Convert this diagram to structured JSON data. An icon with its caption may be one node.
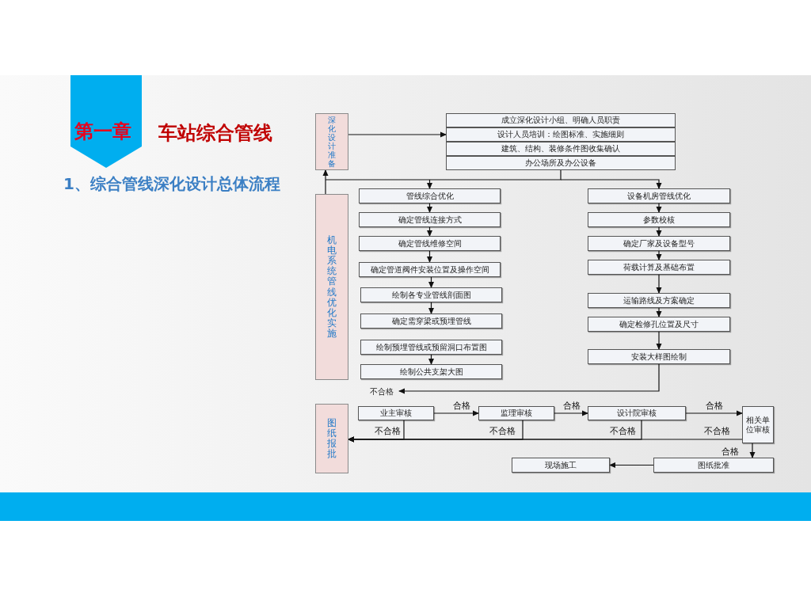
{
  "diagram": {
    "title": "车站综合管线",
    "nodes": [
      {
        "text": [
          "深化设计准备"
        ]
      },
      {
        "text": [
          "成立深化设计小组、明确人员职责"
        ]
      },
      {
        "text": [
          "设计人员培训：绘图标准、实施细则"
        ]
      },
      {
        "text": [
          "建筑、结构、装修条件图收集确认"
        ]
      },
      {
        "text": [
          "办公场所及办公设备"
        ]
      },
      {
        "text": [
          "机电系统管线优化实施"
        ]
      },
      {
        "text": [
          "管线综合优化"
        ]
      },
      {
        "text": [
          "确定管线连接方式"
        ]
      },
      {
        "text": [
          "确定管线维修空间"
        ]
      },
      {
        "text": [
          "确定管道阀件安装位置及操作空间"
        ]
      },
      {
        "text": [
          "绘制各专业管线剖面图"
        ]
      },
      {
        "text": [
          "确定需穿梁或预埋管线"
        ]
      },
      {
        "text": [
          "绘制预埋管线或预留洞口布置图"
        ]
      },
      {
        "text": [
          "绘制公共支架大图"
        ]
      },
      {
        "text": [
          "设备机房管线优化"
        ]
      },
      {
        "text": [
          "参数校核"
        ]
      },
      {
        "text": [
          "确定厂家及设备型号"
        ]
      },
      {
        "text": [
          "荷载计算及基础布置"
        ]
      },
      {
        "text": [
          "运输路线及方案确定"
        ]
      },
      {
        "text": [
          "确定检修孔位置及尺寸"
        ]
      },
      {
        "text": [
          "安装大样图绘制"
        ]
      },
      {
        "text": [
          "不合格"
        ]
      },
      {
        "text": [
          "图纸报批"
        ]
      },
      {
        "text": [
          "业主审核"
        ]
      },
      {
        "text": [
          "监理审核"
        ]
      },
      {
        "text": [
          "设计院审核"
        ]
      },
      {
        "text": [
          "相关单位审核"
        ]
      },
      {
        "text": [
          "图纸批准"
        ]
      },
      {
        "text": [
          "现场施工"
        ]
      }
    ],
    "edges": [
      {
        "from": 0,
        "to": 2,
        "arrow": "to"
      },
      {
        "from": 4,
        "to": 6,
        "arrow": "to"
      },
      {
        "from": 4,
        "to": 14,
        "arrow": "to"
      },
      {
        "from": 5,
        "to": 0,
        "arrow": "to"
      },
      {
        "from": 6,
        "to": 7,
        "arrow": "to"
      },
      {
        "from": 7,
        "to": 8,
        "arrow": "to"
      },
      {
        "from": 8,
        "to": 9,
        "arrow": "to"
      },
      {
        "from": 9,
        "to": 10,
        "arrow": "to"
      },
      {
        "from": 10,
        "to": 11,
        "arrow": "to"
      },
      {
        "from": 12,
        "to": 13,
        "arrow": "to"
      },
      {
        "from": 14,
        "to": 15,
        "arrow": "to"
      },
      {
        "from": 15,
        "to": 16,
        "arrow": "to"
      },
      {
        "from": 16,
        "to": 17,
        "arrow": "to"
      },
      {
        "from": 17,
        "to": 18,
        "arrow": "to"
      },
      {
        "from": 18,
        "to": 19,
        "arrow": "to"
      },
      {
        "from": 19,
        "to": 20,
        "arrow": "to"
      },
      {
        "from": 20,
        "to": 21,
        "arrow": "to"
      },
      {
        "from": 23,
        "to": 24,
        "arrow": "to",
        "label": "合格"
      },
      {
        "from": 24,
        "to": 25,
        "arrow": "to",
        "label": "合格"
      },
      {
        "from": 25,
        "to": 26,
        "arrow": "to",
        "label": "合格"
      },
      {
        "from": 23,
        "to": 22,
        "arrow": "to",
        "label": "不合格"
      },
      {
        "from": 24,
        "to": 22,
        "arrow": "to",
        "label": "不合格"
      },
      {
        "from": 25,
        "to": 22,
        "arrow": "to",
        "label": "不合格"
      },
      {
        "from": 26,
        "to": 22,
        "arrow": "to",
        "label": "不合格"
      },
      {
        "from": 26,
        "to": 27,
        "arrow": "to",
        "label": "合格"
      },
      {
        "from": 27,
        "to": 28,
        "arrow": "to"
      }
    ],
    "labels": [
      "第一章",
      "1、综合管线深化设计总体流程"
    ]
  }
}
